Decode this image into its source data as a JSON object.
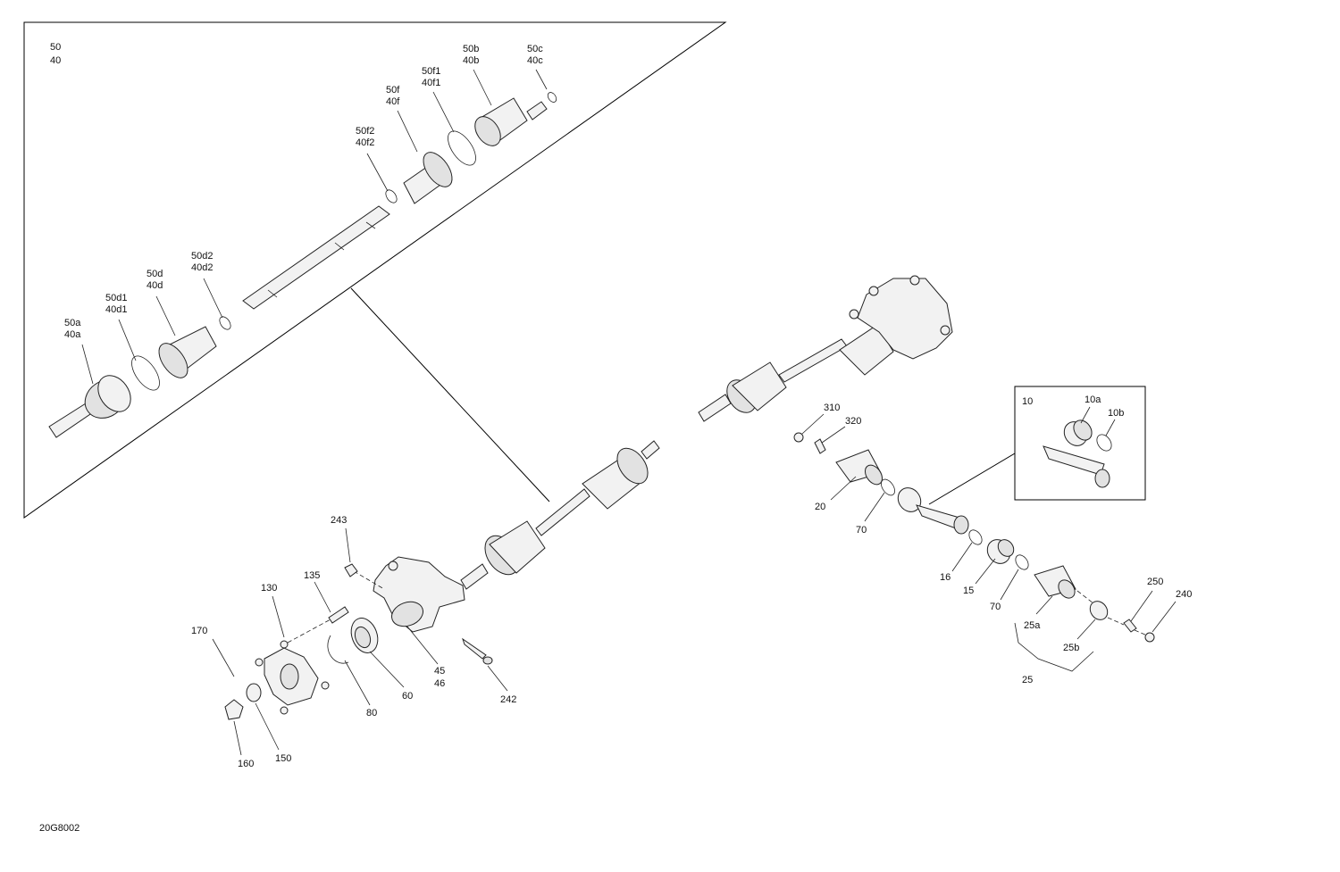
{
  "diagram_code": "20G8002",
  "callouts": {
    "c50": "50",
    "c40": "40",
    "c50a": "50a",
    "c40a": "40a",
    "c50b": "50b",
    "c40b": "40b",
    "c50c": "50c",
    "c40c": "40c",
    "c50d": "50d",
    "c40d": "40d",
    "c50d1": "50d1",
    "c40d1": "40d1",
    "c50d2": "50d2",
    "c40d2": "40d2",
    "c50f": "50f",
    "c40f": "40f",
    "c50f1": "50f1",
    "c40f1": "40f1",
    "c50f2": "50f2",
    "c40f2": "40f2",
    "c10": "10",
    "c10a": "10a",
    "c10b": "10b",
    "c310": "310",
    "c320": "320",
    "c20": "20",
    "c70a": "70",
    "c70b": "70",
    "c16": "16",
    "c15": "15",
    "c25a": "25a",
    "c25b": "25b",
    "c25": "25",
    "c250": "250",
    "c240": "240",
    "c243": "243",
    "c135": "135",
    "c130": "130",
    "c170": "170",
    "c45": "45",
    "c46": "46",
    "c242": "242",
    "c60": "60",
    "c80": "80",
    "c150": "150",
    "c160": "160"
  }
}
